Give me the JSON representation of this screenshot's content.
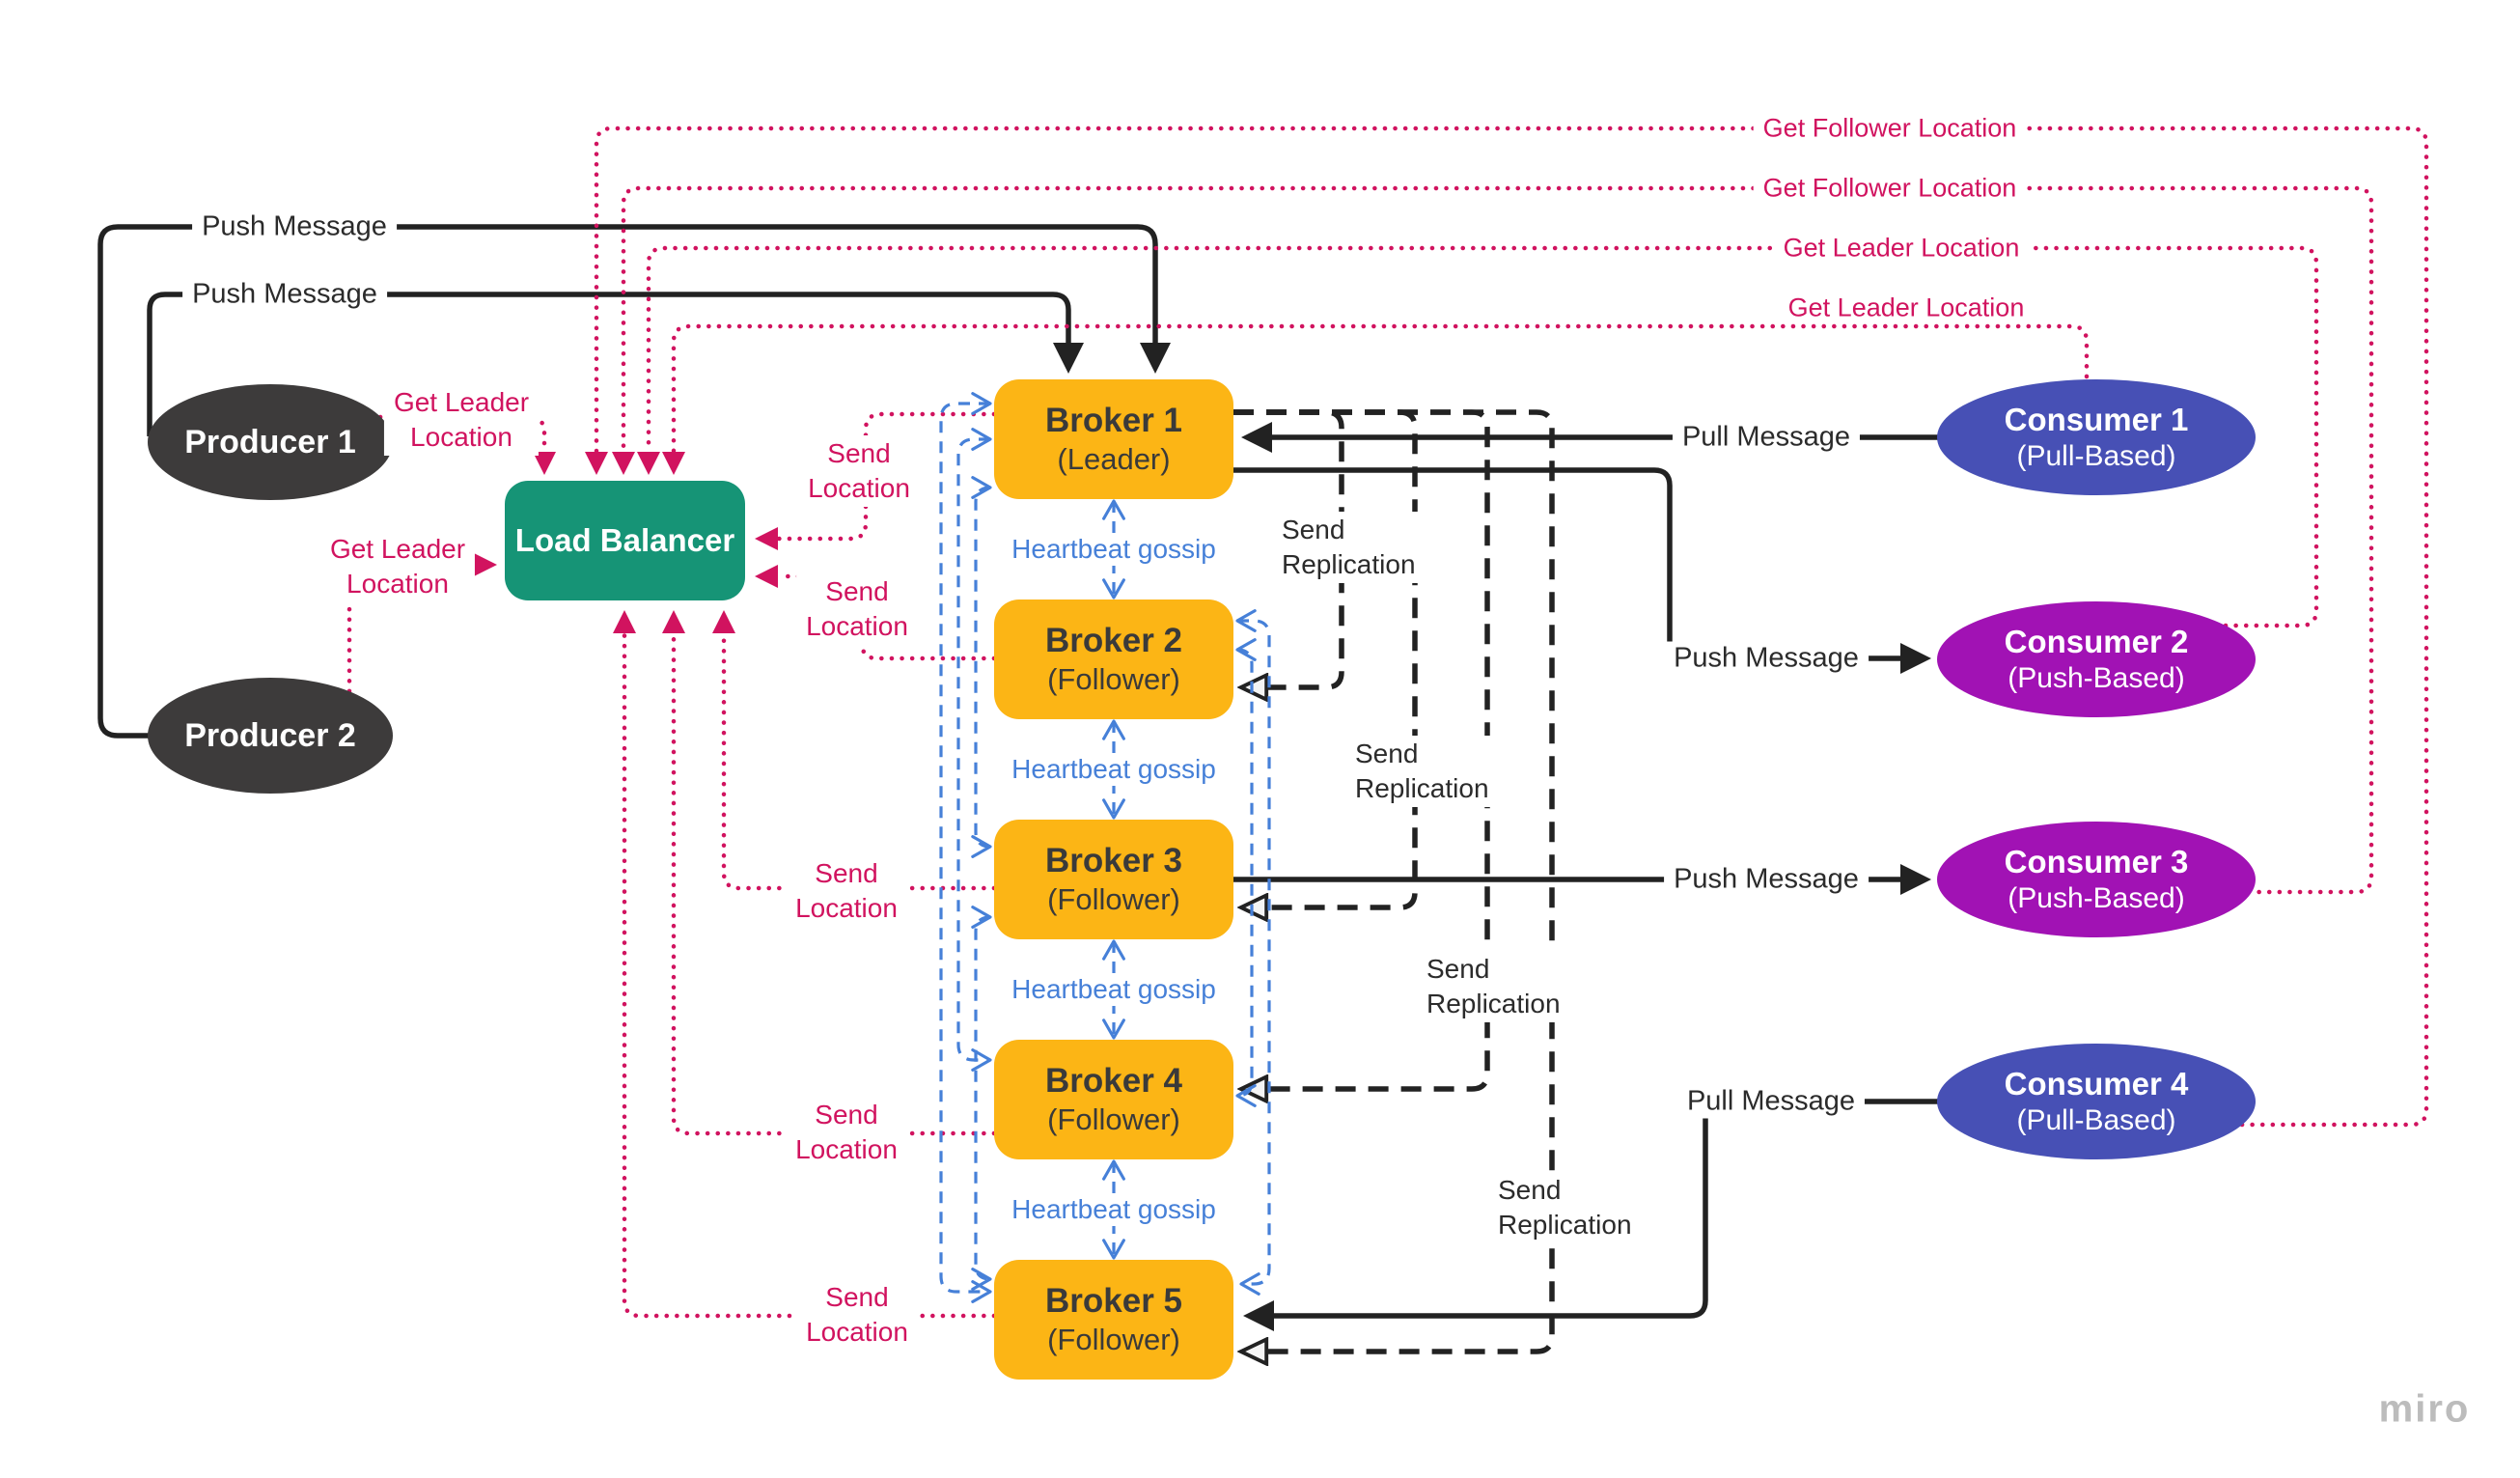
{
  "canvas": {
    "background": "#ffffff"
  },
  "watermark": "miro",
  "colors": {
    "connector_pink": "#d1135f",
    "connector_blue": "#4680d8",
    "connector_black": "#222222",
    "broker_yellow": "#FCB515",
    "load_balancer_teal": "#169476",
    "producer_gray": "#3d3b3b",
    "consumer_pull_blue": "#4750B5",
    "consumer_push_purple": "#A112B4"
  },
  "nodes": {
    "producers": [
      {
        "label": "Producer 1"
      },
      {
        "label": "Producer 2"
      }
    ],
    "load_balancer": {
      "label": "Load Balancer"
    },
    "brokers": [
      {
        "title": "Broker 1",
        "subtitle": "(Leader)"
      },
      {
        "title": "Broker 2",
        "subtitle": "(Follower)"
      },
      {
        "title": "Broker 3",
        "subtitle": "(Follower)"
      },
      {
        "title": "Broker 4",
        "subtitle": "(Follower)"
      },
      {
        "title": "Broker 5",
        "subtitle": "(Follower)"
      }
    ],
    "consumers": [
      {
        "title": "Consumer 1",
        "subtitle": "(Pull-Based)",
        "mode": "pull"
      },
      {
        "title": "Consumer 2",
        "subtitle": "(Push-Based)",
        "mode": "push"
      },
      {
        "title": "Consumer 3",
        "subtitle": "(Push-Based)",
        "mode": "push"
      },
      {
        "title": "Consumer 4",
        "subtitle": "(Pull-Based)",
        "mode": "pull"
      }
    ]
  },
  "edge_labels": {
    "push_message_producer2": "Push Message",
    "push_message_producer1": "Push Message",
    "get_follower_location_consumer4": "Get Follower Location",
    "get_follower_location_consumer3": "Get Follower Location",
    "get_leader_location_consumer2": "Get Leader Location",
    "get_leader_location_consumer1": "Get Leader Location",
    "get_leader_location_producer1": "Get Leader\nLocation",
    "get_leader_location_producer2": "Get Leader\nLocation",
    "send_location": [
      "Send\nLocation",
      "Send\nLocation",
      "Send\nLocation",
      "Send\nLocation",
      "Send\nLocation"
    ],
    "send_replication": [
      "Send\nReplication",
      "Send\nReplication",
      "Send\nReplication",
      "Send\nReplication"
    ],
    "heartbeat_gossip": [
      "Heartbeat gossip",
      "Heartbeat gossip",
      "Heartbeat gossip",
      "Heartbeat gossip"
    ],
    "pull_message_consumer1": "Pull Message",
    "push_message_consumer2": "Push Message",
    "push_message_consumer3": "Push Message",
    "pull_message_consumer4": "Pull Message"
  }
}
